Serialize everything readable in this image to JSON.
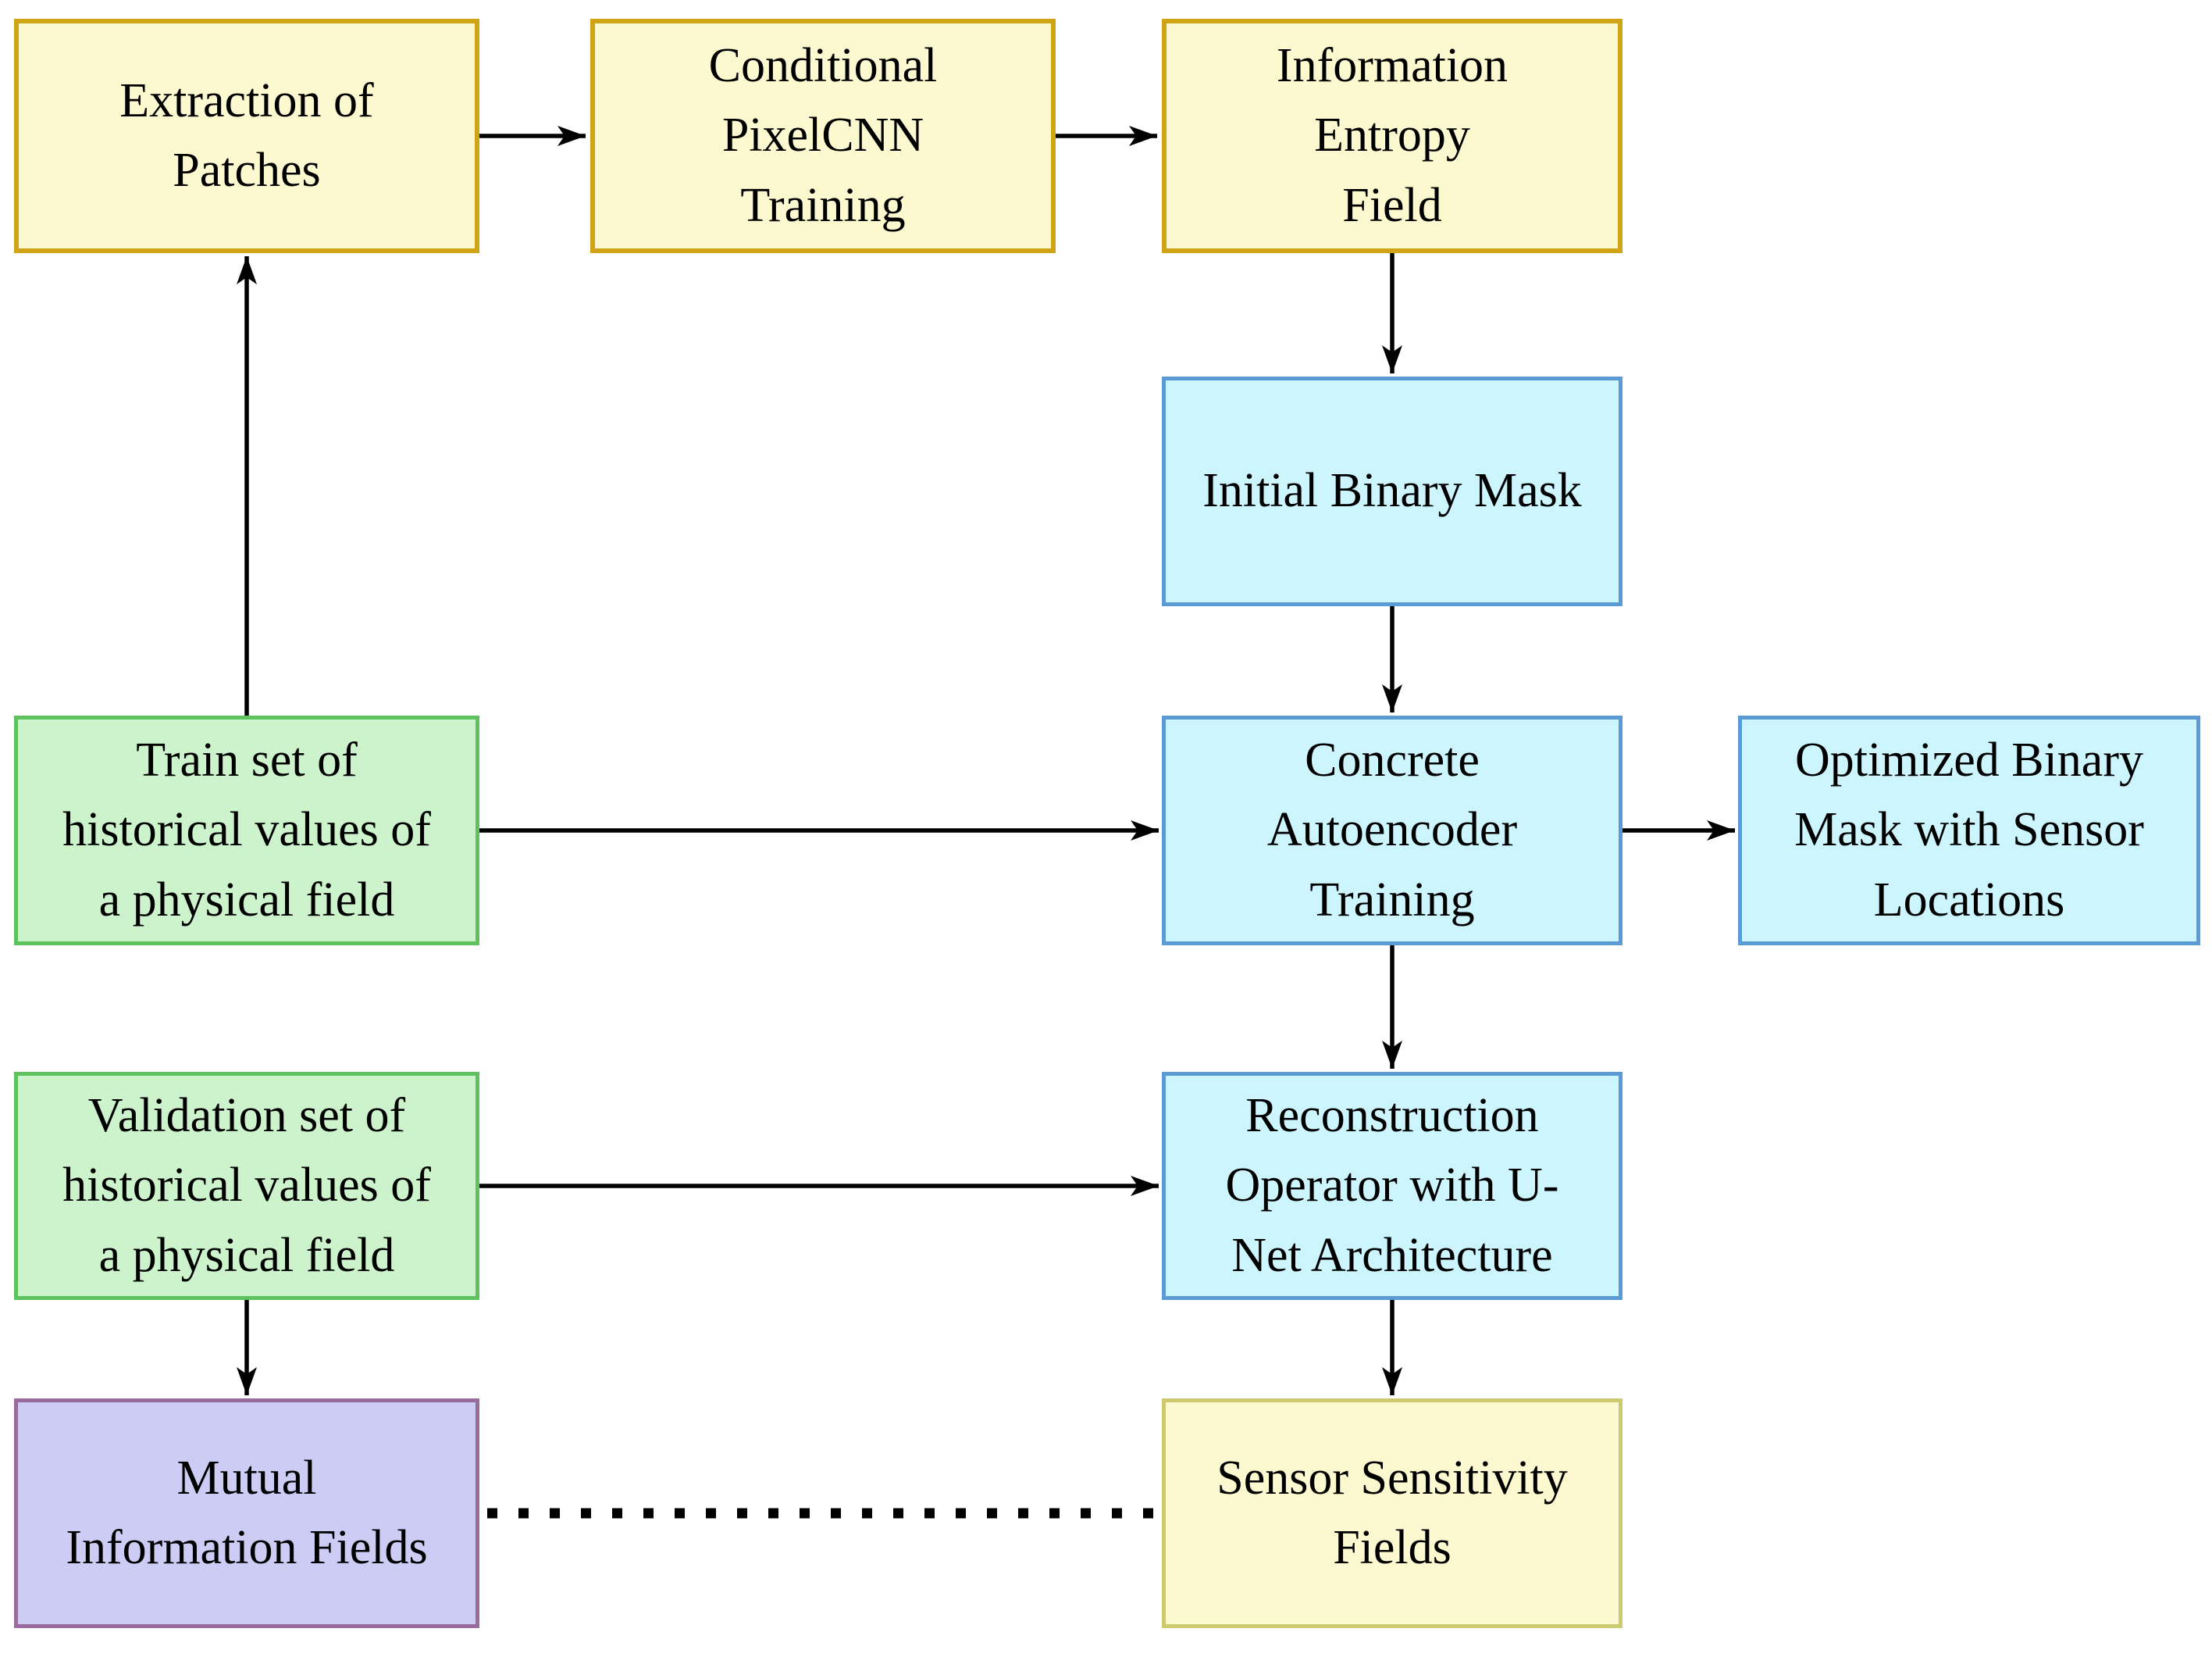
{
  "diagram": {
    "palette": {
      "process-fill": "#FCF9D0",
      "process-border": "#D0A415",
      "mask-fill": "#CCF5FE",
      "mask-border": "#5B9BD5",
      "data-fill": "#CDF3CC",
      "data-border": "#5EC35E",
      "analysis-fill": "#CDCCF5",
      "analysis-border": "#9A6C9E",
      "output-fill": "#FCF9D0",
      "output-border": "#CDC96E",
      "connector-color": "#000000",
      "text-color": "#000000",
      "background": "#FFFFFF"
    },
    "nodes": [
      {
        "id": "extraction-of-patches",
        "type": "process",
        "label": [
          "Extraction of",
          "Patches"
        ]
      },
      {
        "id": "conditional-pixelcnn-training",
        "type": "process",
        "label": [
          "Conditional",
          "PixelCNN",
          "Training"
        ]
      },
      {
        "id": "information-entropy-field",
        "type": "process",
        "label": [
          "Information",
          "Entropy",
          "Field"
        ]
      },
      {
        "id": "initial-binary-mask",
        "type": "mask",
        "label": [
          "Initial Binary Mask"
        ]
      },
      {
        "id": "train-set",
        "type": "data",
        "label": [
          "Train set of",
          "historical values of",
          "a physical field"
        ]
      },
      {
        "id": "concrete-autoencoder-training",
        "type": "mask",
        "label": [
          "Concrete",
          "Autoencoder",
          "Training"
        ]
      },
      {
        "id": "optimized-binary-mask",
        "type": "mask",
        "label": [
          "Optimized Binary",
          "Mask with Sensor",
          "Locations"
        ]
      },
      {
        "id": "validation-set",
        "type": "data",
        "label": [
          "Validation set of",
          "historical values of",
          "a physical field"
        ]
      },
      {
        "id": "reconstruction-operator",
        "type": "mask",
        "label": [
          "Reconstruction",
          "Operator with U-",
          "Net Architecture"
        ]
      },
      {
        "id": "mutual-information-fields",
        "type": "analysis",
        "label": [
          "Mutual",
          "Information Fields"
        ]
      },
      {
        "id": "sensor-sensitivity-fields",
        "type": "output",
        "label": [
          "Sensor Sensitivity",
          "Fields"
        ]
      }
    ],
    "edges": [
      {
        "id": "extraction-to-pixelcnn",
        "from": "extraction-of-patches",
        "to": "conditional-pixelcnn-training",
        "style": "arrow"
      },
      {
        "id": "pixelcnn-to-entropy",
        "from": "conditional-pixelcnn-training",
        "to": "information-entropy-field",
        "style": "arrow"
      },
      {
        "id": "entropy-to-initial-mask",
        "from": "information-entropy-field",
        "to": "initial-binary-mask",
        "style": "arrow"
      },
      {
        "id": "initial-mask-to-autoencoder",
        "from": "initial-binary-mask",
        "to": "concrete-autoencoder-training",
        "style": "arrow"
      },
      {
        "id": "train-to-extraction",
        "from": "train-set",
        "to": "extraction-of-patches",
        "style": "arrow"
      },
      {
        "id": "train-to-autoencoder",
        "from": "train-set",
        "to": "concrete-autoencoder-training",
        "style": "arrow"
      },
      {
        "id": "autoencoder-to-optimized-mask",
        "from": "concrete-autoencoder-training",
        "to": "optimized-binary-mask",
        "style": "arrow"
      },
      {
        "id": "autoencoder-to-reconstruction",
        "from": "concrete-autoencoder-training",
        "to": "reconstruction-operator",
        "style": "arrow"
      },
      {
        "id": "validation-to-reconstruction",
        "from": "validation-set",
        "to": "reconstruction-operator",
        "style": "arrow"
      },
      {
        "id": "validation-to-mutual",
        "from": "validation-set",
        "to": "mutual-information-fields",
        "style": "arrow"
      },
      {
        "id": "reconstruction-to-sensitivity",
        "from": "reconstruction-operator",
        "to": "sensor-sensitivity-fields",
        "style": "arrow"
      },
      {
        "id": "mutual-to-sensitivity",
        "from": "mutual-information-fields",
        "to": "sensor-sensitivity-fields",
        "style": "dotted"
      }
    ]
  }
}
